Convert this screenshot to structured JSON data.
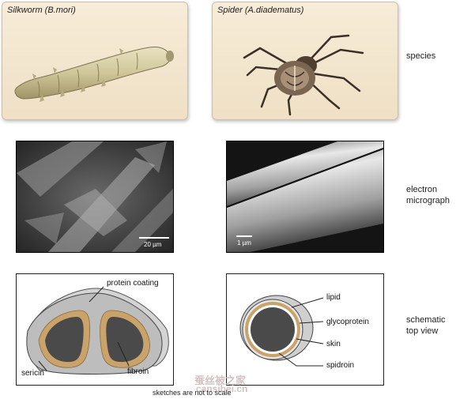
{
  "species": {
    "silkworm": "Silkworm (B.mori)",
    "spider": "Spider (A.diadematus)"
  },
  "rows": {
    "species": "species",
    "electron_line1": "electron",
    "electron_line2": "micrograph",
    "schematic_line1": "schematic",
    "schematic_line2": "top view"
  },
  "micrographs": {
    "silkworm_scale": "20 µm",
    "spider_scale": "1 µm"
  },
  "silkworm_schematic": {
    "protein_coating": "protein coating",
    "sericin": "sericin",
    "fibroin": "fibroin"
  },
  "spider_schematic": {
    "lipid": "lipid",
    "glycoprotein": "glycoprotein",
    "skin": "skin",
    "spidroin": "spidroin"
  },
  "footnote": "sketches are not to scale",
  "watermark": {
    "line1": "蚕丝被之家",
    "line2": "cansibei.cn"
  },
  "colors": {
    "dark_core": "#4a4a4a",
    "sericin": "#c9a36a",
    "coating": "#c8c8c8",
    "card_bg": "#f3e6cd"
  }
}
